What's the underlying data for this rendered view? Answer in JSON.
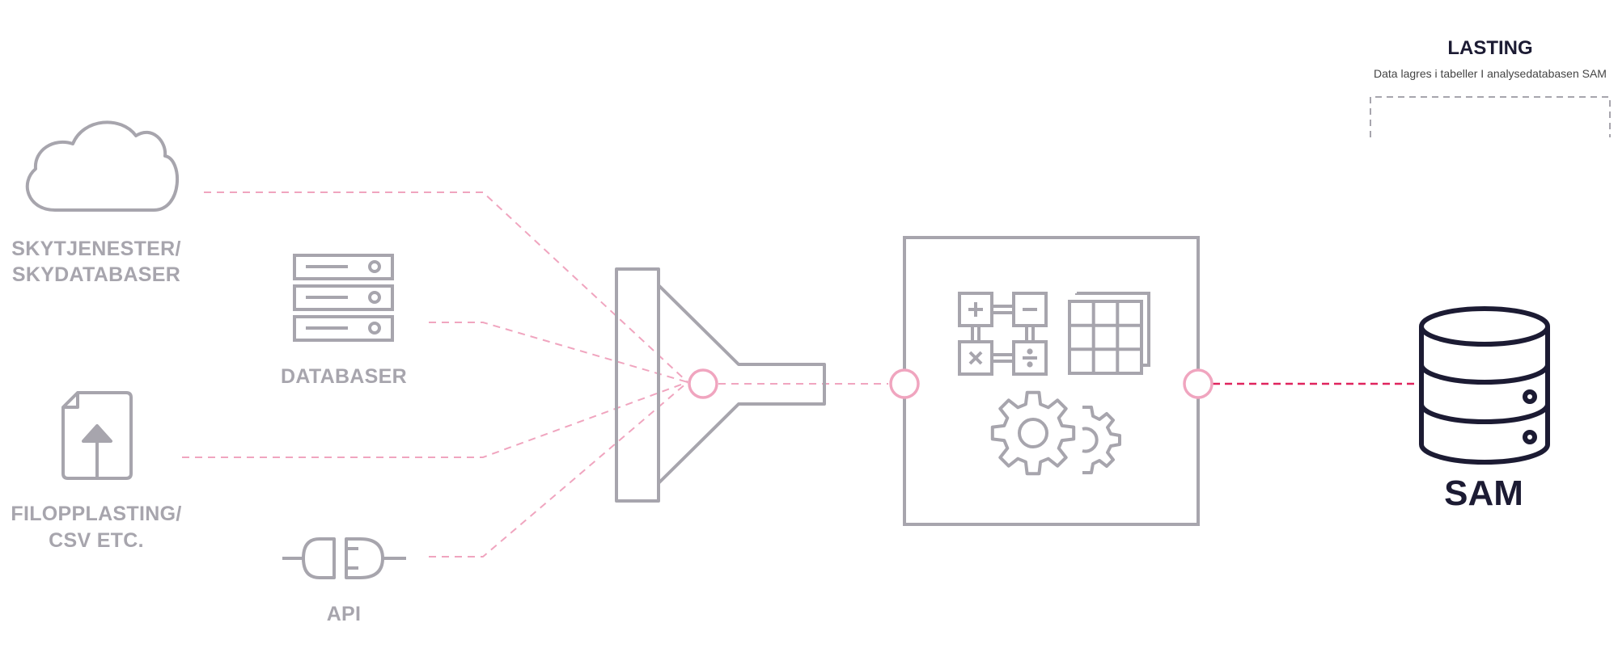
{
  "loading": {
    "title": "LASTING",
    "subtitle": "Data lagres i tabeller I analysedatabasen SAM"
  },
  "sources": {
    "cloud": {
      "line1": "SKYTJENESTER/",
      "line2": "SKYDATABASER",
      "icon": "cloud-icon"
    },
    "database": {
      "label": "DATABASER",
      "icon": "server-rack-icon"
    },
    "file_upload": {
      "line1": "FILOPPLASTING/",
      "line2": "CSV ETC.",
      "icon": "file-upload-icon"
    },
    "api": {
      "label": "API",
      "icon": "plug-icon"
    }
  },
  "funnel": {
    "icon": "funnel-icon"
  },
  "processing": {
    "icons": [
      "calculator-operations-icon",
      "table-grid-icon",
      "gears-icon"
    ]
  },
  "target": {
    "label": "SAM",
    "icon": "database-icon"
  },
  "colors": {
    "grey": "#a7a5ad",
    "pink": "#f0a5bf",
    "magenta": "#e0245e",
    "navy": "#1c1b33"
  }
}
